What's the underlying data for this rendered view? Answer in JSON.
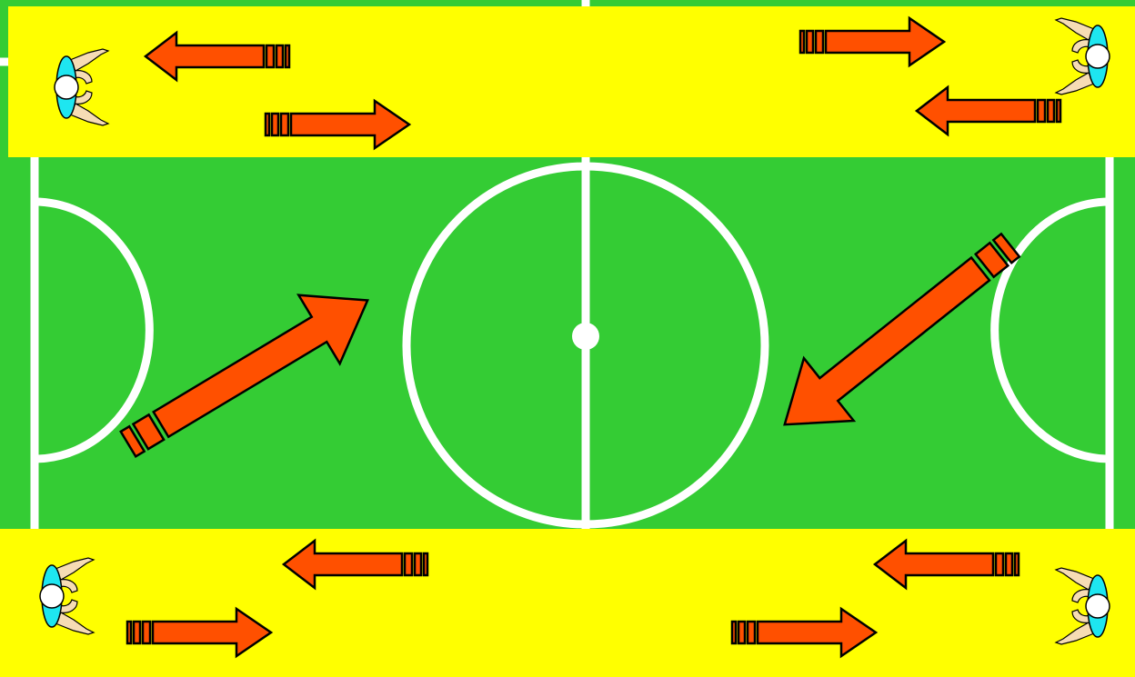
{
  "colors": {
    "grass": "#34cc34",
    "zone": "#ffff00",
    "lines": "#ffffff",
    "arrow_fill": "#ff5000",
    "arrow_stroke": "#000000",
    "shirt": "#1ee6f0",
    "skin": "#f6dcb4"
  },
  "pitch": {
    "markings": [
      "halfway-line",
      "center-circle",
      "center-spot",
      "left-arc",
      "right-arc",
      "left-touchline",
      "right-touchline"
    ]
  },
  "zones": [
    {
      "name": "top-yellow-zone"
    },
    {
      "name": "bottom-yellow-zone"
    }
  ],
  "players": [
    {
      "name": "player-top-left",
      "facing": "right"
    },
    {
      "name": "player-top-right",
      "facing": "left"
    },
    {
      "name": "player-bottom-left",
      "facing": "right"
    },
    {
      "name": "player-bottom-right",
      "facing": "left"
    }
  ],
  "arrows": [
    {
      "name": "arrow-top-left-outward",
      "direction": "left"
    },
    {
      "name": "arrow-top-left-inward",
      "direction": "right"
    },
    {
      "name": "arrow-top-right-outward",
      "direction": "right"
    },
    {
      "name": "arrow-top-right-inward",
      "direction": "left"
    },
    {
      "name": "arrow-diagonal-left",
      "direction": "up-right"
    },
    {
      "name": "arrow-diagonal-right",
      "direction": "down-left"
    },
    {
      "name": "arrow-bottom-left-upper",
      "direction": "left"
    },
    {
      "name": "arrow-bottom-left-lower",
      "direction": "right"
    },
    {
      "name": "arrow-bottom-right-upper",
      "direction": "left"
    },
    {
      "name": "arrow-bottom-right-lower",
      "direction": "right"
    }
  ]
}
